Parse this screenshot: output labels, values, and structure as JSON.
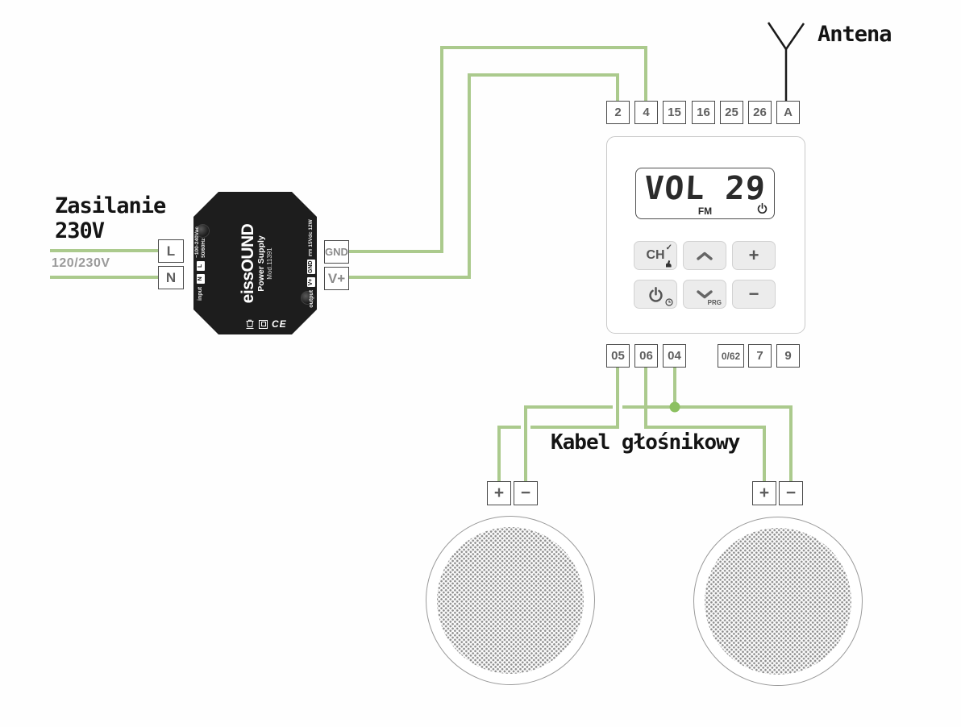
{
  "labels": {
    "antenna": "Antena",
    "power_line1": "Zasilanie",
    "power_line2": "230V",
    "mains_voltage": "120/230V",
    "speaker_cable": "Kabel głośnikowy"
  },
  "mains_terminals": {
    "l": "L",
    "n": "N"
  },
  "psu": {
    "brand": "eissOUND",
    "product": "Power Supply",
    "model": "Mod.11391",
    "input_label": "input",
    "input_terminal_n": "N",
    "input_terminal_l": "L",
    "input_rating_line1": "~100-240Vac",
    "input_rating_line2": "50/60Hz",
    "output_label": "output",
    "output_terminal_vplus": "V+",
    "output_terminal_gnd": "GND",
    "output_rating": "15Vdc 12W",
    "cert": "CE",
    "ext_gnd": "GND",
    "ext_vplus": "V+"
  },
  "top_terminals": [
    "2",
    "4",
    "15",
    "16",
    "25",
    "26",
    "A"
  ],
  "bottom_terminals": [
    "05",
    "06",
    "04",
    "0/62",
    "7",
    "9"
  ],
  "display": {
    "text": "VOL 29",
    "band": "FM"
  },
  "buttons": {
    "channel": "CH",
    "check": "✓",
    "prg": "PRG",
    "plus": "+",
    "minus": "−"
  },
  "speaker_terminals": {
    "plus": "+",
    "minus": "−"
  },
  "colors": {
    "wire_green": "#abca8d",
    "junction_green": "#8cc060",
    "antenna_black": "#1a1a1a"
  }
}
